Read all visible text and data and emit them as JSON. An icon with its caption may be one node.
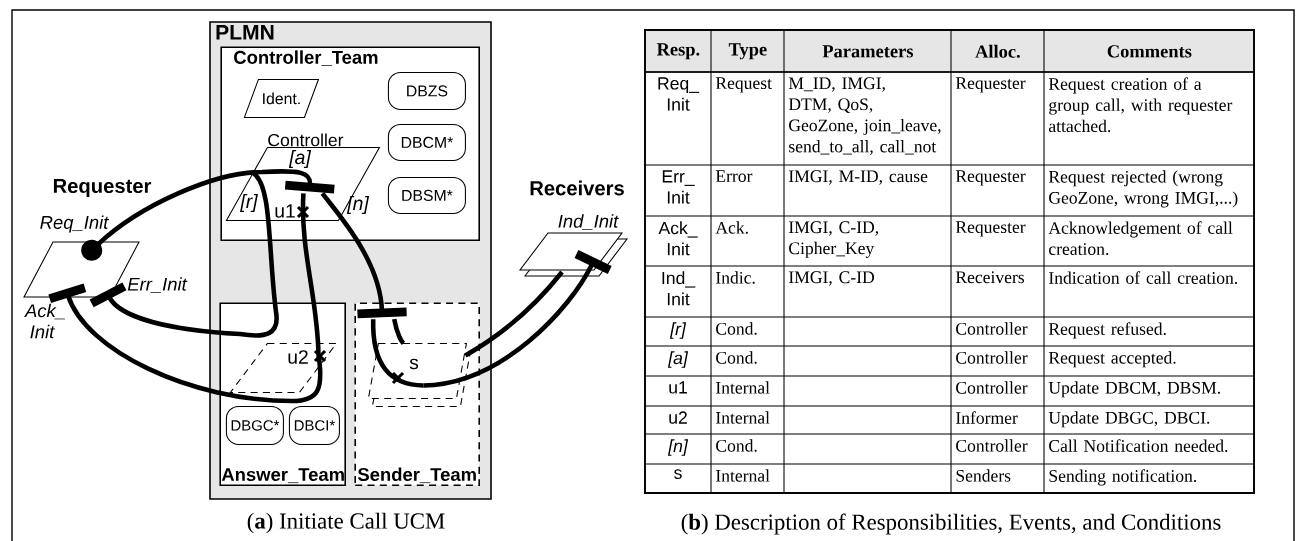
{
  "diagram": {
    "nodes": [
      {
        "text": [
          "PLMN"
        ]
      },
      {
        "text": [
          "Controller_Team"
        ],
        "in": 0
      },
      {
        "text": [
          "Ident."
        ],
        "in": 1
      },
      {
        "text": [
          "DBZS"
        ],
        "in": 1
      },
      {
        "text": [
          "Controller"
        ],
        "in": 1
      },
      {
        "text": [
          "DBCM*"
        ],
        "in": 1
      },
      {
        "text": [
          "DBSM*"
        ],
        "in": 1
      },
      {
        "text": [
          "Answer_Team"
        ],
        "in": 0
      },
      {
        "text": [],
        "shape": "parallelogram",
        "in": 7
      },
      {
        "text": [
          "DBGC*"
        ],
        "in": 7
      },
      {
        "text": [
          "DBCI*"
        ],
        "in": 7
      },
      {
        "text": [
          "Sender_Team"
        ],
        "in": 0
      },
      {
        "text": [],
        "shape": "parallelogram",
        "in": 11
      },
      {
        "text": [
          "Requester"
        ],
        "beside": [
          "Req_Init",
          "Err_Init",
          "Ack_ Init"
        ]
      },
      {
        "text": [
          "Receivers"
        ],
        "beside": [
          "Ind_Init"
        ]
      }
    ],
    "edges": [
      {
        "from": 13,
        "to": 4,
        "arrow": "other"
      },
      {
        "from": 4,
        "to": 13,
        "arrow": "other"
      },
      {
        "from": 4,
        "to": 8,
        "arrow": "none"
      },
      {
        "from": 8,
        "to": 13,
        "arrow": "other"
      },
      {
        "from": 4,
        "to": 11,
        "arrow": "other"
      },
      {
        "from": 11,
        "to": 12,
        "arrow": "none"
      },
      {
        "from": 12,
        "to": 14,
        "arrow": "other"
      },
      {
        "from": 11,
        "to": 12,
        "arrow": "none"
      },
      {
        "from": 12,
        "to": 14,
        "arrow": "none"
      }
    ],
    "labels": [
      "[a]",
      "[r]",
      "u1",
      "[n]",
      "u2",
      "s",
      "Resp.",
      "Type",
      "Parameters",
      "Alloc.",
      "Comments",
      "Req_ Init",
      "Request",
      "M_ID, IMGI, DTM, QoS, GeoZone, join_leave, send_to_all, call_not",
      "Requester",
      "Request creation of a group call, with requester attached.",
      "Err_ Init",
      "Error",
      "IMGI, M-ID, cause",
      "Requester",
      "Request rejected (wrong GeoZone, wrong IMGI,...)",
      "Ack_ Init",
      "Ack.",
      "IMGI, C-ID, Cipher_Key",
      "Requester",
      "Acknowledgement of call creation.",
      "Ind_ Init",
      "Indic.",
      "IMGI, C-ID",
      "Receivers",
      "Indication of call creation.",
      "[r]",
      "Cond.",
      "Controller",
      "Request refused.",
      "[a]",
      "Cond.",
      "Controller",
      "Request accepted.",
      "u1",
      "Internal",
      "Controller",
      "Update DBCM, DBSM.",
      "u2",
      "Internal",
      "Informer",
      "Update DBGC, DBCI.",
      "[n]",
      "Cond.",
      "Controller",
      "Call Notification needed.",
      "s",
      "Internal",
      "Senders",
      "Sending notification.",
      "(**a**) Initiate Call UCM",
      "(**b**) Description of Responsibilities, Events, and Conditions"
    ]
  }
}
